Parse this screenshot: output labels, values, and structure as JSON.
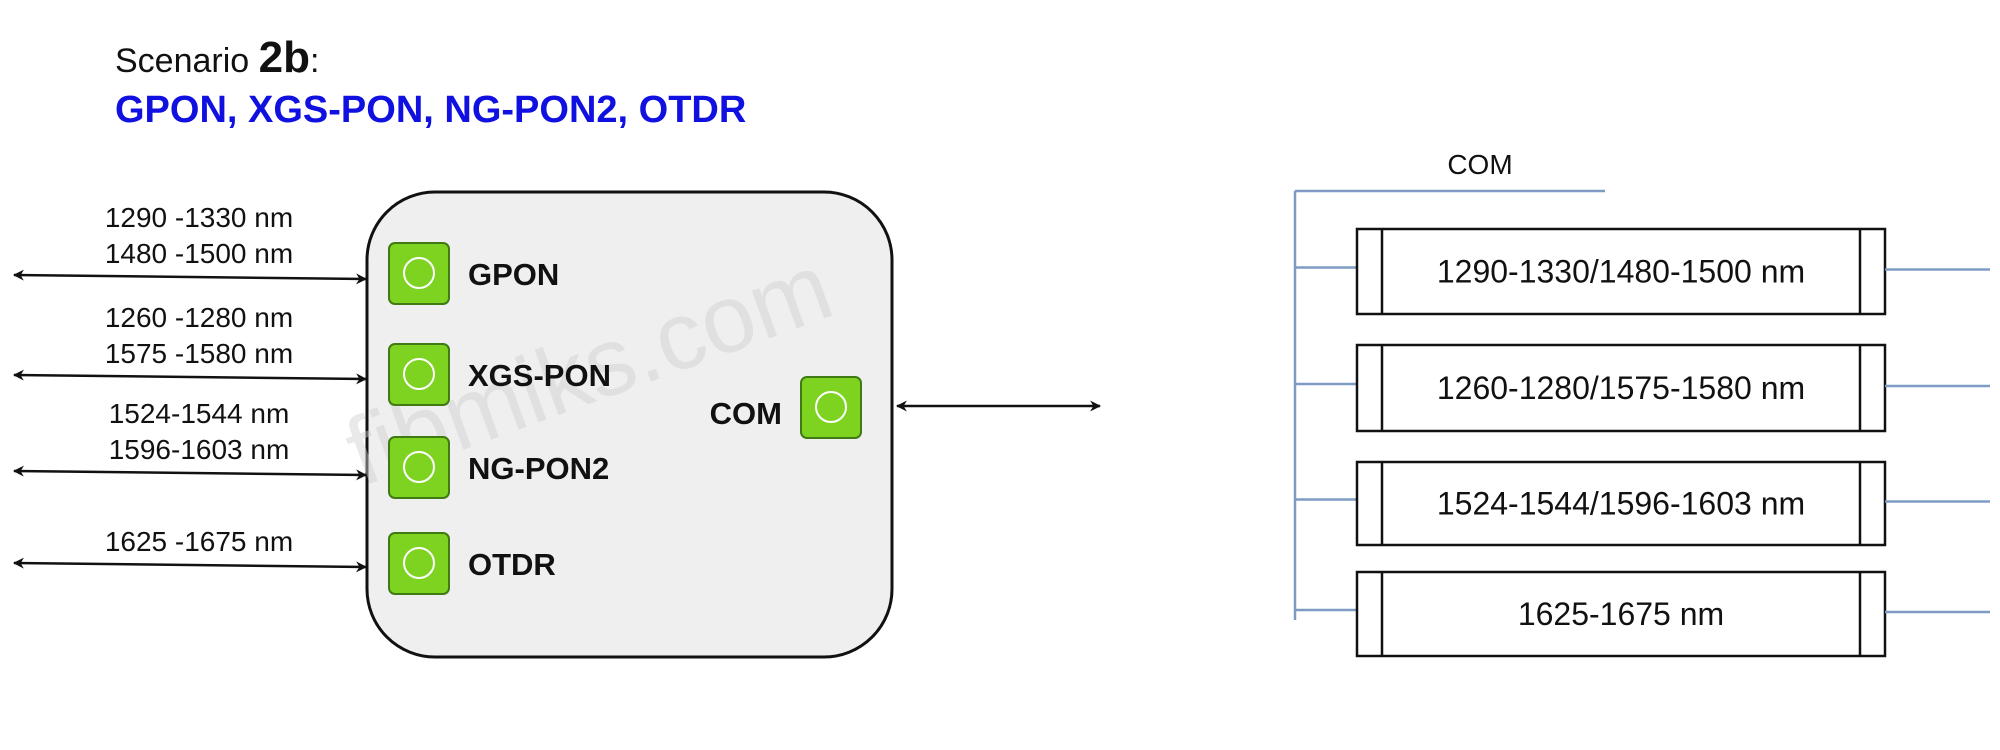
{
  "title": {
    "prefix": "Scenario ",
    "number": "2b",
    "suffix": ":",
    "subtitle": "GPON, XGS-PON, NG-PON2, OTDR",
    "subtitle_color": "#1010e0"
  },
  "ports": [
    {
      "label": "GPON",
      "bands": [
        "1290 -1330 nm",
        "1480 -1500 nm"
      ]
    },
    {
      "label": "XGS-PON",
      "bands": [
        "1260 -1280 nm",
        "1575 -1580 nm"
      ]
    },
    {
      "label": "NG-PON2",
      "bands": [
        "1524-1544 nm",
        "1596-1603 nm"
      ]
    },
    {
      "label": "OTDR",
      "bands": [
        "1625 -1675 nm"
      ]
    }
  ],
  "com_port": {
    "label": "COM"
  },
  "schematic": {
    "com_label": "COM",
    "filters": [
      "1290-1330/1480-1500 nm",
      "1260-1280/1575-1580 nm",
      "1524-1544/1596-1603 nm",
      "1625-1675 nm"
    ]
  },
  "watermark": "fibmiks.com",
  "colors": {
    "port_green": "#7ed321",
    "module_fill": "#efefef",
    "bus_blue": "#7f9bc4"
  }
}
